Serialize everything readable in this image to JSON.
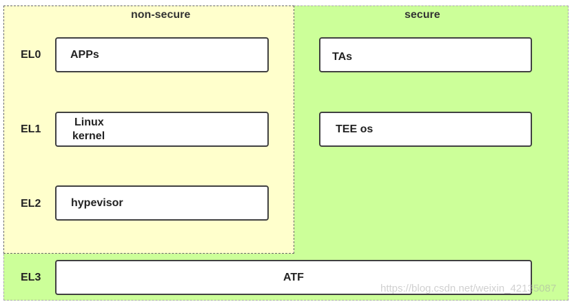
{
  "regions": {
    "nonsecure_title": "non-secure",
    "secure_title": "secure"
  },
  "exception_levels": {
    "el0": "EL0",
    "el1": "EL1",
    "el2": "EL2",
    "el3": "EL3"
  },
  "boxes": {
    "apps": "APPs",
    "linux_kernel_line1": "Linux",
    "linux_kernel_line2": "kernel",
    "hypervisor": "hypevisor",
    "tas": "TAs",
    "tee_os": "TEE os",
    "atf": "ATF"
  },
  "watermark": "https://blog.csdn.net/weixin_42135087",
  "colors": {
    "secure_bg": "#ccff99",
    "nonsecure_bg": "#ffffcc",
    "box_border": "#404040"
  }
}
